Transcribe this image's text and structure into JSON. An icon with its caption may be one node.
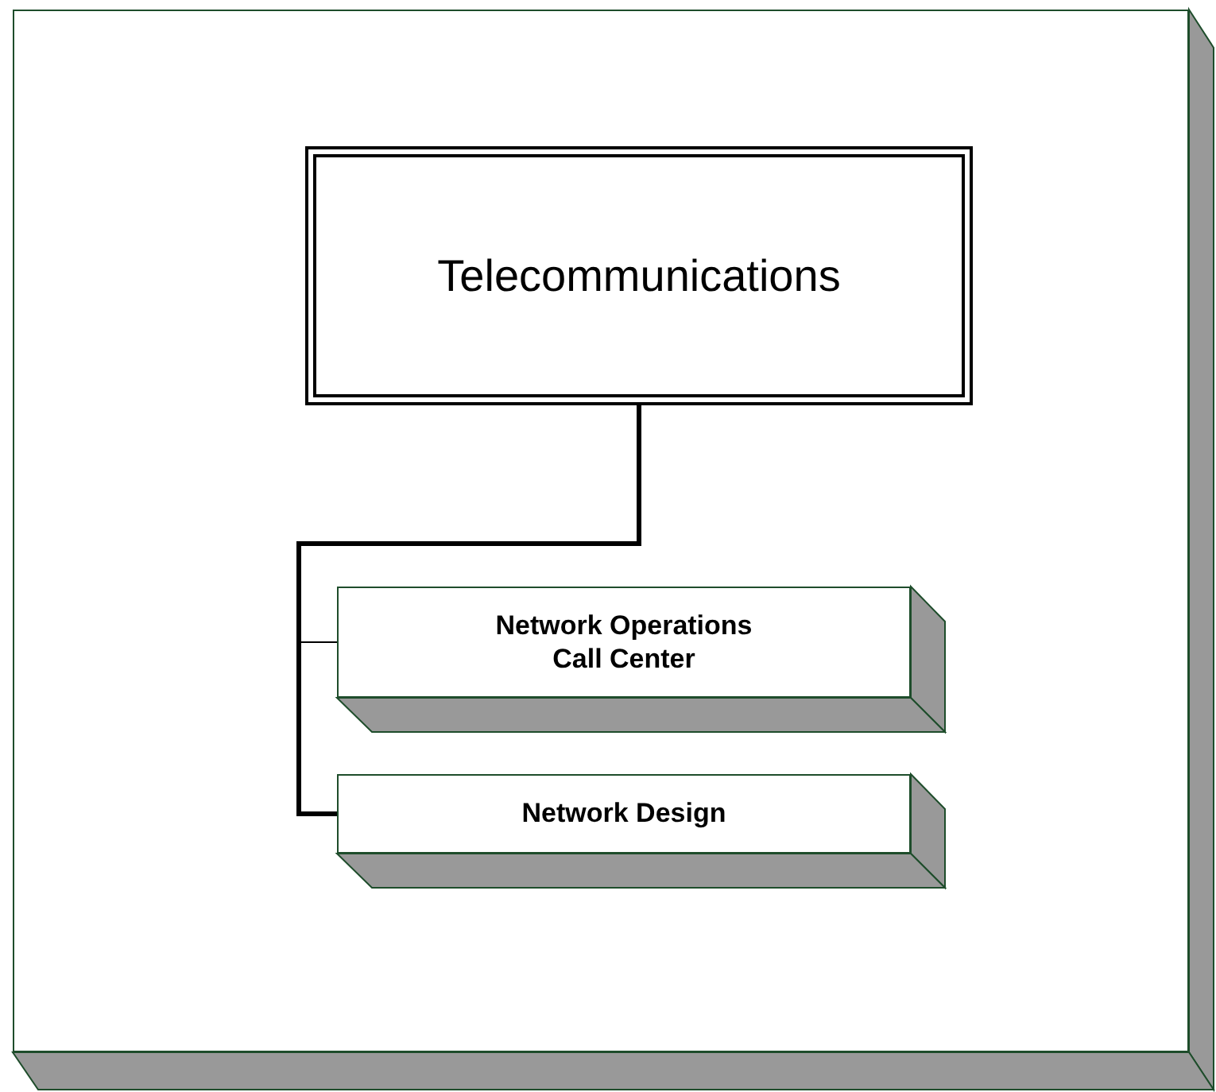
{
  "diagram": {
    "nodes": [
      {
        "text": [],
        "shape": "box"
      },
      {
        "text": [
          "Telecommunications"
        ],
        "in": 0
      },
      {
        "text": [
          "Network Operations Call Center"
        ],
        "in": 0
      },
      {
        "text": [
          "Network Design"
        ],
        "in": 0
      }
    ],
    "edges": [
      {
        "from": 1,
        "to": 2,
        "arrow": "none"
      },
      {
        "from": 1,
        "to": 3,
        "arrow": "none",
        "style": "thick"
      }
    ]
  }
}
